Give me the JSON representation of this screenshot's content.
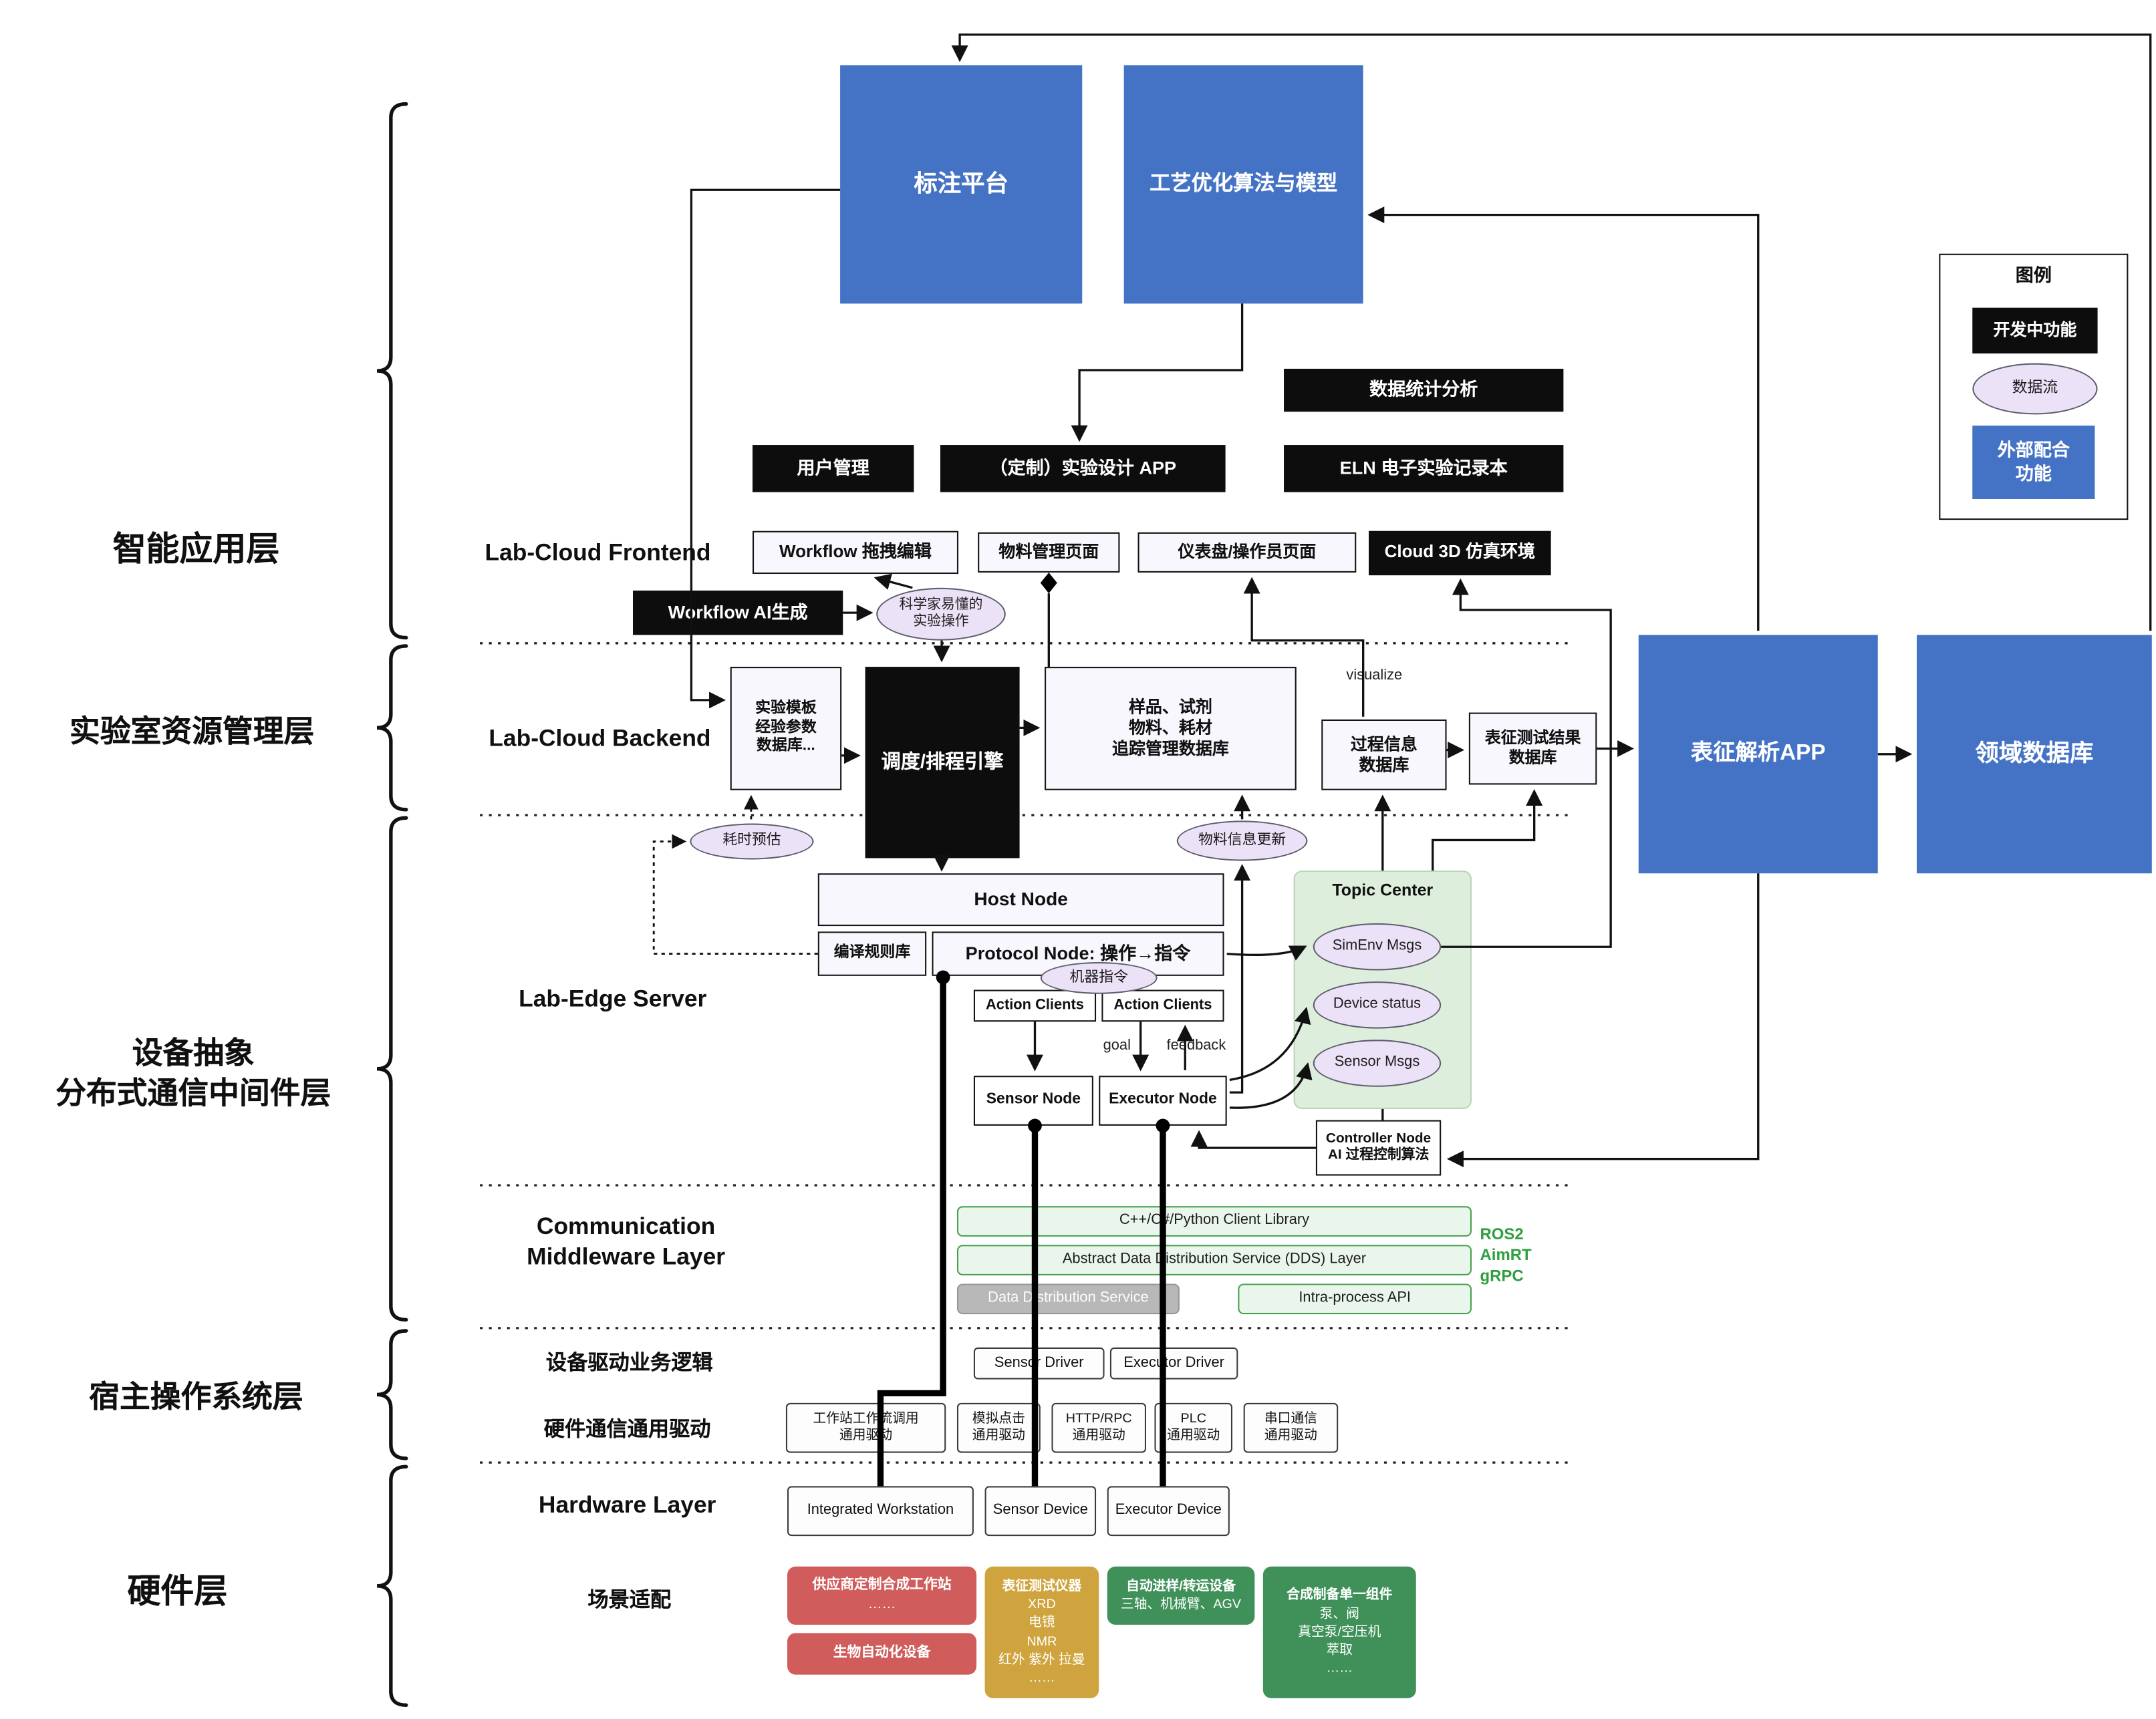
{
  "legend": {
    "title": "图例",
    "dev": "开发中功能",
    "flow": "数据流",
    "ext_l1": "外部配合",
    "ext_l2": "功能"
  },
  "layers": {
    "app": "智能应用层",
    "resource": "实验室资源管理层",
    "device_l1": "设备抽象",
    "device_l2": "分布式通信中间件层",
    "host_os": "宿主操作系统层",
    "hardware": "硬件层"
  },
  "top": {
    "annotation": "标注平台",
    "optimization": "工艺优化算法与模型"
  },
  "frontend": {
    "label": "Lab-Cloud Frontend",
    "data_stats": "数据统计分析",
    "user_mgmt": "用户管理",
    "design_app": "（定制）实验设计 APP",
    "eln": "ELN 电子实验记录本",
    "workflow_edit": "Workflow 拖拽编辑",
    "material_page": "物料管理页面",
    "dashboard": "仪表盘/操作员页面",
    "cloud_3d": "Cloud 3D 仿真环境",
    "workflow_ai": "Workflow AI生成",
    "sci_ops_l1": "科学家易懂的",
    "sci_ops_l2": "实验操作"
  },
  "backend": {
    "label": "Lab-Cloud Backend",
    "template_l1": "实验模板",
    "template_l2": "经验参数",
    "template_l3": "数据库...",
    "scheduler": "调度/排程引擎",
    "sample_l1": "样品、试剂",
    "sample_l2": "物料、耗材",
    "sample_l3": "追踪管理数据库",
    "visualize": "visualize",
    "process_l1": "过程信息",
    "process_l2": "数据库",
    "char_l1": "表征测试结果",
    "char_l2": "数据库",
    "char_app": "表征解析APP",
    "domain_db": "领域数据库",
    "time_est": "耗时预估",
    "material_update": "物料信息更新"
  },
  "edge": {
    "label": "Lab-Edge Server",
    "host": "Host Node",
    "rules": "编译规则库",
    "protocol": "Protocol Node: 操作→指令",
    "machine_cmd": "机器指令",
    "ac1": "Action Clients",
    "ac2": "Action Clients",
    "goal": "goal",
    "feedback": "feedback",
    "sensor_node": "Sensor Node",
    "executor_node": "Executor Node",
    "topic": "Topic Center",
    "simenv": "SimEnv Msgs",
    "devstat": "Device status",
    "sensmsg": "Sensor Msgs",
    "ctrl_l1": "Controller Node",
    "ctrl_l2": "AI 过程控制算法"
  },
  "mw": {
    "label_l1": "Communication",
    "label_l2": "Middleware Layer",
    "lib": "C++/C#/Python Client Library",
    "dds": "Abstract Data Distribution Service (DDS) Layer",
    "dds_svc": "Data Distribution Service",
    "intra": "Intra-process API",
    "s1": "ROS2",
    "s2": "AimRT",
    "s3": "gRPC"
  },
  "os": {
    "logic": "设备驱动业务逻辑",
    "sdrv": "Sensor Driver",
    "edrv": "Executor Driver",
    "comm": "硬件通信通用驱动",
    "d1a": "工作站工作流调用",
    "d1b": "通用驱动",
    "d2a": "模拟点击",
    "d2b": "通用驱动",
    "d3a": "HTTP/RPC",
    "d3b": "通用驱动",
    "d4a": "PLC",
    "d4b": "通用驱动",
    "d5a": "串口通信",
    "d5b": "通用驱动"
  },
  "hw": {
    "label": "Hardware Layer",
    "iws": "Integrated Workstation",
    "sdev": "Sensor Device",
    "edev": "Executor Device",
    "scenario": "场景适配",
    "vendor_l1": "供应商定制合成工作站",
    "vendor_l2": "……",
    "bio": "生物自动化设备",
    "char": [
      "表征测试仪器",
      "XRD",
      "电镜",
      "NMR",
      "红外 紫外 拉曼",
      "……"
    ],
    "transfer_l1": "自动进样/转运设备",
    "transfer_l2": "三轴、机械臂、AGV",
    "synth": [
      "合成制备单一组件",
      "泵、阀",
      "真空泵/空压机",
      "萃取",
      "……"
    ]
  },
  "colors": {
    "blue": "#4472c4",
    "black": "#0d0d0d",
    "purple": "#ece2f8",
    "green_panel": "#ddeedd",
    "red": "#d05c5c",
    "gold": "#cfa43e",
    "green": "#3f9159"
  }
}
